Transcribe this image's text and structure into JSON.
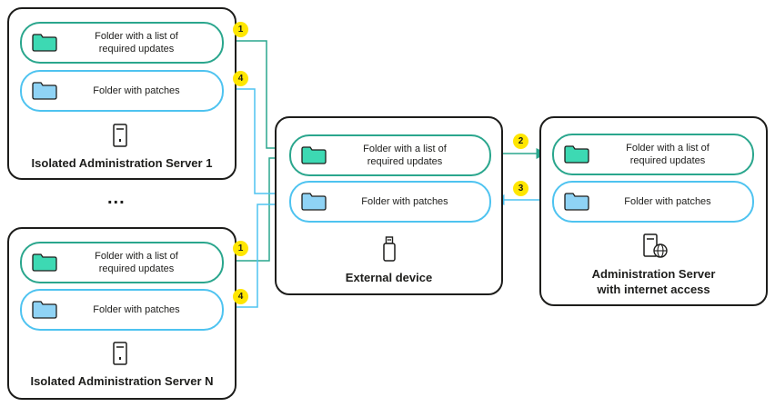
{
  "labels": {
    "list_folder": "Folder with a list of\nrequired updates",
    "patches_folder": "Folder with patches"
  },
  "servers": {
    "isolated_1": "Isolated Administration Server 1",
    "isolated_n": "Isolated Administration Server N",
    "external": "External device",
    "internet": "Administration Server\nwith internet access"
  },
  "ellipsis": "...",
  "steps": {
    "s1": "1",
    "s2": "2",
    "s3": "3",
    "s4": "4"
  },
  "colors": {
    "green": "#2aa68d",
    "blue": "#4ec3f0",
    "badge": "#ffe600",
    "folder_green": "#3dd9b3",
    "folder_blue": "#8fd3f5"
  }
}
